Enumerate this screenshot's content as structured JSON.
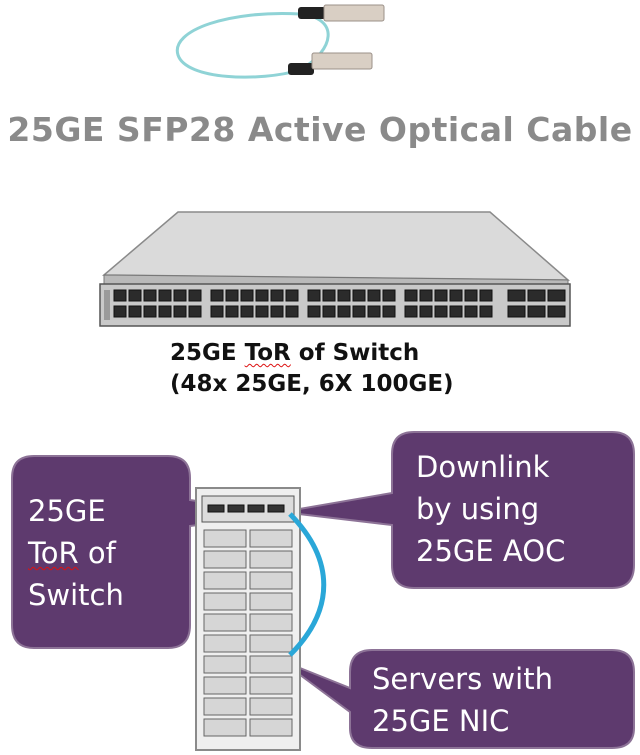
{
  "product_title": "25GE SFP28 Active Optical Cable",
  "switch_caption": {
    "line1_prefix": "25GE ",
    "line1_underlined": "ToR",
    "line1_suffix": " of Switch",
    "line2": "(48x 25GE, 6X 100GE)"
  },
  "callouts": {
    "left": {
      "line1": "25GE",
      "line2_underlined": "ToR",
      "line2_suffix": " of",
      "line3": "Switch"
    },
    "top_right": {
      "line1": "Downlink",
      "line2": "by using",
      "line3": "25GE AOC"
    },
    "bottom_right": {
      "line1": "Servers with",
      "line2": "25GE NIC"
    }
  },
  "colors": {
    "callout_fill": "#5e3a6e",
    "cable_fiber": "#8fd3d6",
    "title_gray": "#8a8a8a",
    "rack_link": "#2aa7d8"
  }
}
